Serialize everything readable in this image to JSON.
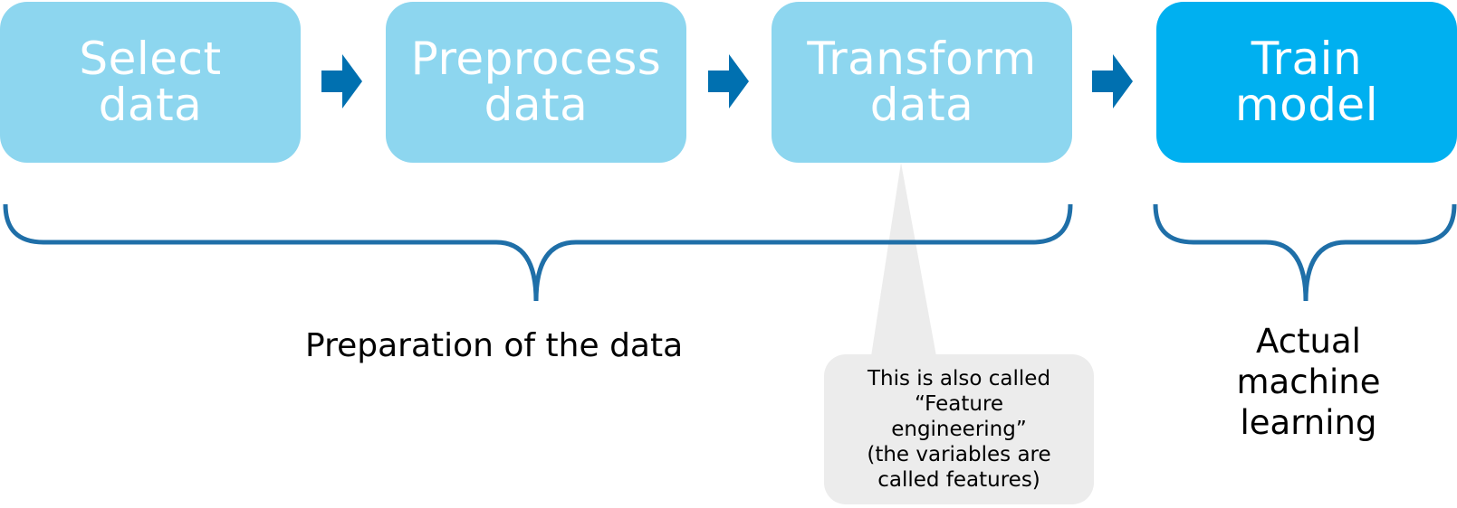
{
  "steps": [
    {
      "line1": "Select",
      "line2": "data"
    },
    {
      "line1": "Preprocess",
      "line2": "data"
    },
    {
      "line1": "Transform",
      "line2": "data"
    },
    {
      "line1": "Train",
      "line2": "model"
    }
  ],
  "groups": {
    "preparation_label": "Preparation of the data",
    "ml_label": {
      "line1": "Actual",
      "line2": "machine",
      "line3": "learning"
    }
  },
  "callout": {
    "line1": "This is also called",
    "line2": "“Feature",
    "line3": "engineering”",
    "line4": "(the variables are",
    "line5": "called features)"
  },
  "colors": {
    "step_light": "#8dd6ef",
    "step_highlight": "#00b0f0",
    "arrow": "#0070b0",
    "brace": "#1f6fa8",
    "callout_bg": "#ececec"
  }
}
